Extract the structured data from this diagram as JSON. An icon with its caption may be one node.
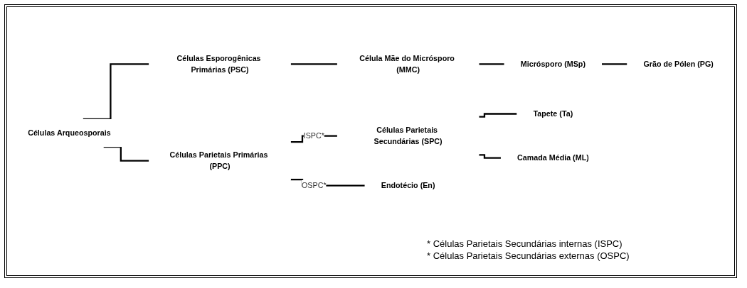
{
  "diagram": {
    "nodes": [
      {
        "text": [
          "Células Arqueosporais"
        ]
      },
      {
        "text": [
          "Células Esporogênicas Primárias (PSC)"
        ]
      },
      {
        "text": [
          "Célula Mãe do Micrósporo (MMC)"
        ]
      },
      {
        "text": [
          "Micrósporo (MSp)"
        ]
      },
      {
        "text": [
          "Grão de Pólen (PG)"
        ]
      },
      {
        "text": [
          "Células Parietais Primárias (PPC)"
        ]
      },
      {
        "text": [
          "Células Parietais Secundárias (SPC)"
        ]
      },
      {
        "text": [
          "Tapete (Ta)"
        ]
      },
      {
        "text": [
          "Camada Média (ML)"
        ]
      },
      {
        "text": [
          "Endotécio (En)"
        ]
      }
    ],
    "edges": [
      {
        "from": 0,
        "to": 1,
        "arrow": "none"
      },
      {
        "from": 0,
        "to": 5,
        "arrow": "none"
      },
      {
        "from": 1,
        "to": 2,
        "arrow": "none"
      },
      {
        "from": 2,
        "to": 3,
        "arrow": "none"
      },
      {
        "from": 3,
        "to": 4,
        "arrow": "none"
      },
      {
        "from": 5,
        "to": 6,
        "arrow": "none",
        "label": "ISPC*"
      },
      {
        "from": 5,
        "to": 9,
        "arrow": "none",
        "label": "OSPC*"
      },
      {
        "from": 6,
        "to": 7,
        "arrow": "none"
      },
      {
        "from": 6,
        "to": 8,
        "arrow": "none"
      }
    ],
    "labels": [
      "* Células Parietais Secundárias internas (ISPC)",
      "* Células Parietais Secundárias externas (OSPC)"
    ]
  }
}
